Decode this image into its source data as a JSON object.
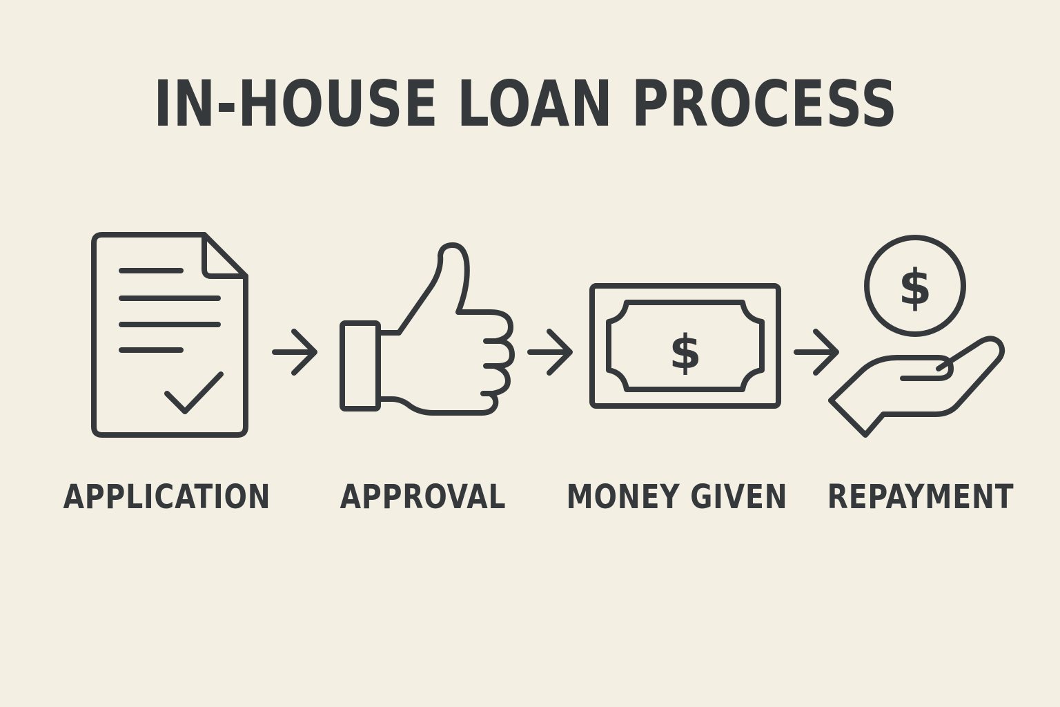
{
  "title": "IN-HOUSE LOAN PROCESS",
  "steps": [
    {
      "label": "APPLICATION",
      "icon": "document-check-icon"
    },
    {
      "label": "APPROVAL",
      "icon": "thumbs-up-icon"
    },
    {
      "label": "MONEY GIVEN",
      "icon": "banknote-icon"
    },
    {
      "label": "REPAYMENT",
      "icon": "hand-coin-icon"
    }
  ],
  "connector_icon": "arrow-right-icon",
  "currency_symbol": "$",
  "colors": {
    "background": "#f4efe3",
    "ink": "#35393c"
  }
}
